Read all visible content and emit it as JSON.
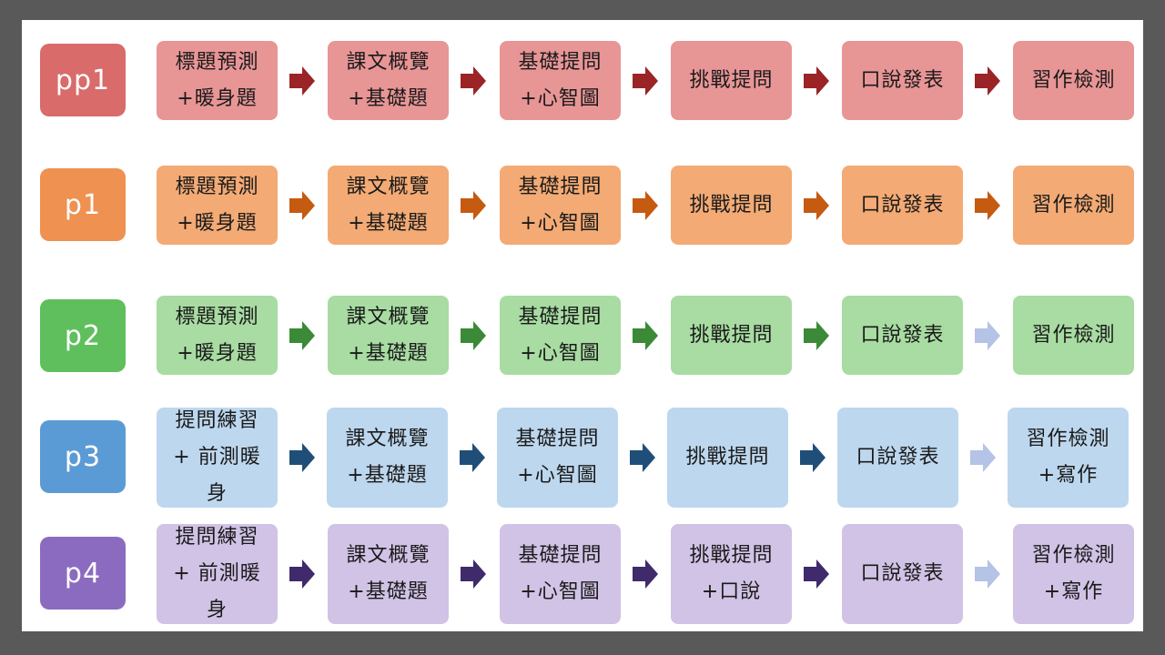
{
  "rows": [
    {
      "level": "pp1",
      "level_color": "#D96B6B",
      "box_color": "#E89596",
      "arrow_colors": [
        "#9B2426",
        "#9B2426",
        "#9B2426",
        "#9B2426",
        "#9B2426"
      ],
      "steps": [
        "標題預測\n+暖身題",
        "課文概覽\n+基礎題",
        "基礎提問\n+心智圖",
        "挑戰提問",
        "口說發表",
        "習作檢測"
      ]
    },
    {
      "level": "p1",
      "level_color": "#EF9150",
      "box_color": "#F3AA74",
      "arrow_colors": [
        "#C55A11",
        "#C55A11",
        "#C55A11",
        "#C55A11",
        "#C55A11"
      ],
      "steps": [
        "標題預測\n+暖身題",
        "課文概覽\n+基礎題",
        "基礎提問\n+心智圖",
        "挑戰提問",
        "口說發表",
        "習作檢測"
      ]
    },
    {
      "level": "p2",
      "level_color": "#5FBF5D",
      "box_color": "#A8DCA2",
      "arrow_colors": [
        "#3A8A37",
        "#3A8A37",
        "#3A8A37",
        "#3A8A37",
        "#B4C3E6"
      ],
      "steps": [
        "標題預測\n+暖身題",
        "課文概覽\n+基礎題",
        "基礎提問\n+心智圖",
        "挑戰提問",
        "口說發表",
        "習作檢測"
      ]
    },
    {
      "level": "p3",
      "level_color": "#5B9BD5",
      "box_color": "#BDD7EE",
      "arrow_colors": [
        "#1F4E79",
        "#1F4E79",
        "#1F4E79",
        "#1F4E79",
        "#B4C3E6"
      ],
      "steps": [
        "提問練習\n+ 前測暖\n身",
        "課文概覽\n+基礎題",
        "基礎提問\n+心智圖",
        "挑戰提問",
        "口說發表",
        "習作檢測\n+寫作"
      ]
    },
    {
      "level": "p4",
      "level_color": "#8B6BBF",
      "box_color": "#D1C3E6",
      "arrow_colors": [
        "#3F2A6B",
        "#3F2A6B",
        "#3F2A6B",
        "#3F2A6B",
        "#B4C3E6"
      ],
      "steps": [
        "提問練習\n+ 前測暖\n身",
        "課文概覽\n+基礎題",
        "基礎提問\n+心智圖",
        "挑戰提問\n+口說",
        "口說發表",
        "習作檢測\n+寫作"
      ]
    }
  ]
}
